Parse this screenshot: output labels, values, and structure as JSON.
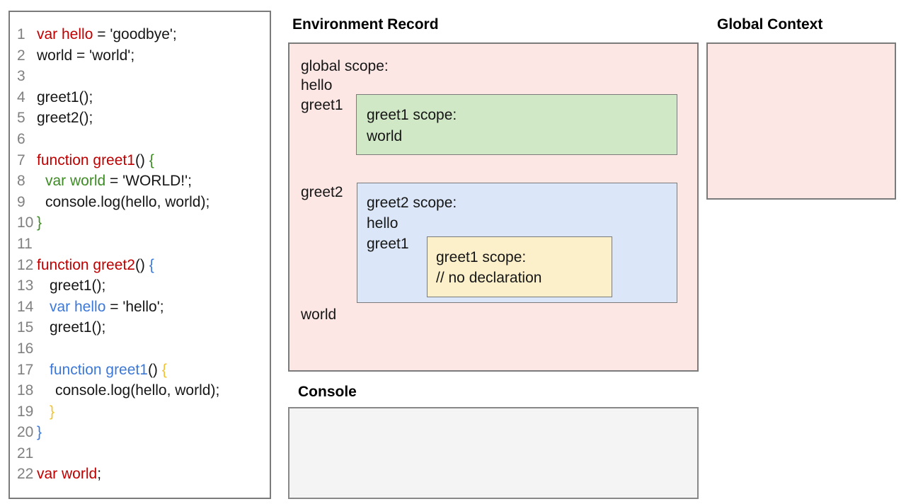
{
  "colors": {
    "black": "#161616",
    "gray": "#808080",
    "red": "#c00000",
    "green": "#3e8b26",
    "blue": "#3c78d8",
    "yellow": "#f1c232",
    "pink": "#fce7e5",
    "lightgreen": "#d0e8c6",
    "lightblue": "#dbe7f8",
    "lightyellow": "#fcf0cb"
  },
  "code": {
    "lines": [
      {
        "num": "1",
        "indent": 0,
        "segments": [
          {
            "t": "var hello",
            "c": "red"
          },
          {
            "t": " = 'goodbye';",
            "c": "black"
          }
        ]
      },
      {
        "num": "2",
        "indent": 0,
        "segments": [
          {
            "t": "world = 'world';",
            "c": "black"
          }
        ]
      },
      {
        "num": "3",
        "indent": 0,
        "segments": []
      },
      {
        "num": "4",
        "indent": 0,
        "segments": [
          {
            "t": "greet1();",
            "c": "black"
          }
        ]
      },
      {
        "num": "5",
        "indent": 0,
        "segments": [
          {
            "t": "greet2();",
            "c": "black"
          }
        ]
      },
      {
        "num": "6",
        "indent": 0,
        "segments": []
      },
      {
        "num": "7",
        "indent": 0,
        "segments": [
          {
            "t": "function greet1",
            "c": "red"
          },
          {
            "t": "() ",
            "c": "black"
          },
          {
            "t": "{",
            "c": "green"
          }
        ]
      },
      {
        "num": "8",
        "indent": 1,
        "segments": [
          {
            "t": "var world",
            "c": "green"
          },
          {
            "t": " = 'WORLD!';",
            "c": "black"
          }
        ]
      },
      {
        "num": "9",
        "indent": 1,
        "segments": [
          {
            "t": "console.log(hello, world);",
            "c": "black"
          }
        ]
      },
      {
        "num": "10",
        "indent": 0,
        "segments": [
          {
            "t": "}",
            "c": "green"
          }
        ]
      },
      {
        "num": "11",
        "indent": 0,
        "segments": []
      },
      {
        "num": "12",
        "indent": 0,
        "segments": [
          {
            "t": "function greet2",
            "c": "red"
          },
          {
            "t": "() ",
            "c": "black"
          },
          {
            "t": "{",
            "c": "blue"
          }
        ]
      },
      {
        "num": "13",
        "indent": 2,
        "segments": [
          {
            "t": "greet1();",
            "c": "black"
          }
        ]
      },
      {
        "num": "14",
        "indent": 2,
        "segments": [
          {
            "t": "var hello",
            "c": "blue"
          },
          {
            "t": " = 'hello';",
            "c": "black"
          }
        ]
      },
      {
        "num": "15",
        "indent": 2,
        "segments": [
          {
            "t": "greet1();",
            "c": "black"
          }
        ]
      },
      {
        "num": "16",
        "indent": 0,
        "segments": []
      },
      {
        "num": "17",
        "indent": 2,
        "segments": [
          {
            "t": "function greet1",
            "c": "blue"
          },
          {
            "t": "() ",
            "c": "black"
          },
          {
            "t": "{",
            "c": "yellow"
          }
        ]
      },
      {
        "num": "18",
        "indent": 3,
        "segments": [
          {
            "t": "console.log(hello, world);",
            "c": "black"
          }
        ]
      },
      {
        "num": "19",
        "indent": 2,
        "segments": [
          {
            "t": "}",
            "c": "yellow"
          }
        ]
      },
      {
        "num": "20",
        "indent": 0,
        "segments": [
          {
            "t": "}",
            "c": "blue"
          }
        ]
      },
      {
        "num": "21",
        "indent": 0,
        "segments": []
      },
      {
        "num": "22",
        "indent": 0,
        "segments": [
          {
            "t": "var world",
            "c": "red"
          },
          {
            "t": ";",
            "c": "black"
          }
        ]
      }
    ]
  },
  "environment_record": {
    "title": "Environment Record",
    "global_scope": {
      "label": "global scope:",
      "hoisted": [
        "hello",
        "greet1",
        "greet2",
        "world"
      ]
    },
    "greet1_scope": {
      "label": "greet1 scope:",
      "vars": [
        "world"
      ]
    },
    "greet2_scope": {
      "label": "greet2 scope:",
      "vars": [
        "hello",
        "greet1"
      ]
    },
    "greet2_greet1_scope": {
      "label": "greet1 scope:",
      "comment": "// no declaration"
    }
  },
  "global_context": {
    "title": "Global Context"
  },
  "console": {
    "title": "Console"
  }
}
